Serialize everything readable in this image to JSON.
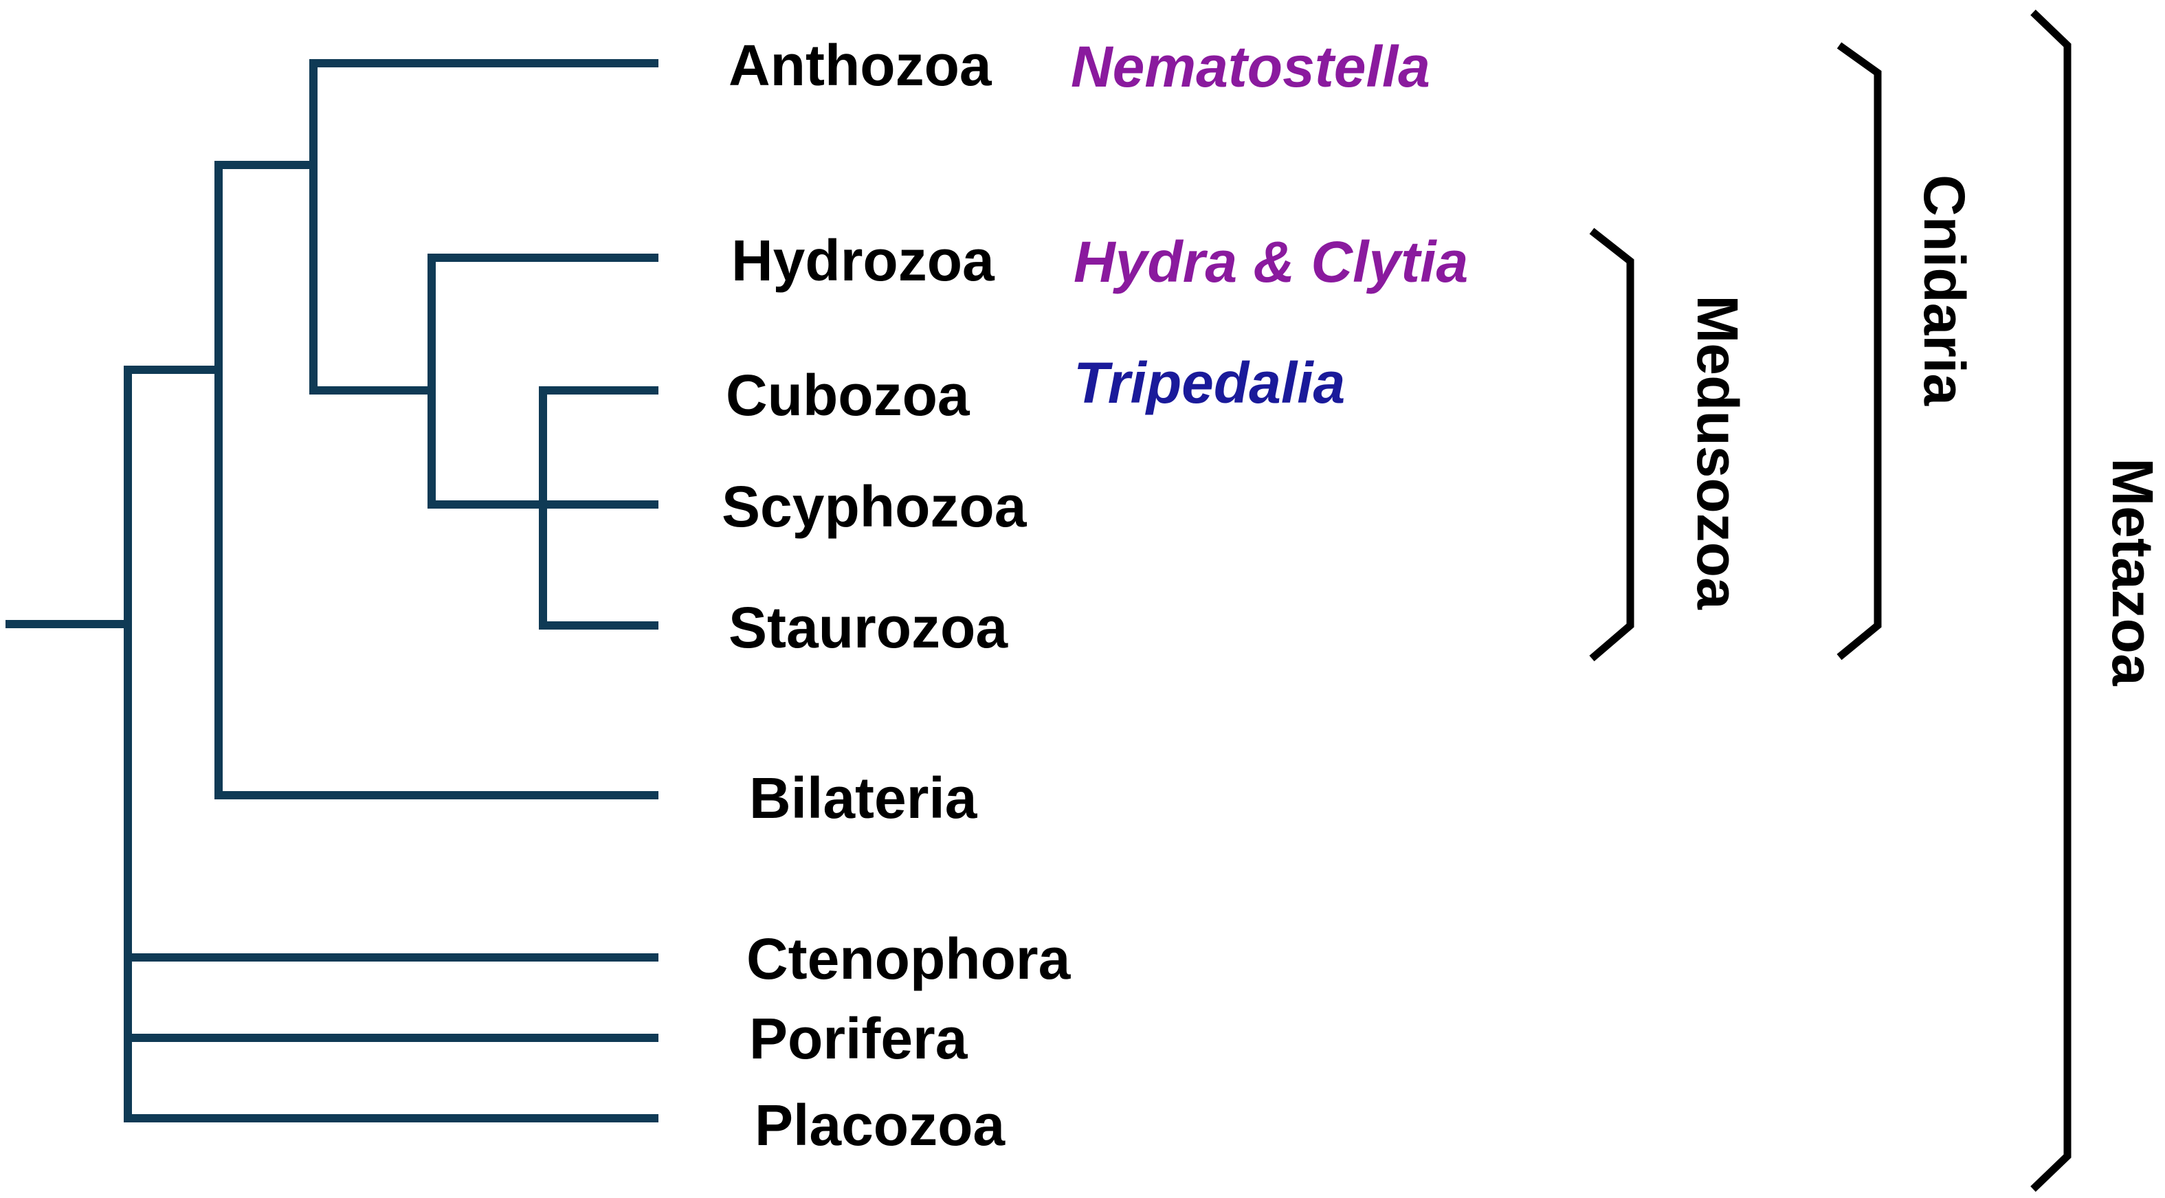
{
  "colors": {
    "branch": "#0f3a55",
    "purple": "#8a1a9e",
    "blue": "#1a1a9a",
    "text": "#000000"
  },
  "taxa": {
    "anthozoa": "Anthozoa",
    "hydrozoa": "Hydrozoa",
    "cubozoa": "Cubozoa",
    "scyphozoa": "Scyphozoa",
    "staurozoa": "Staurozoa",
    "bilateria": "Bilateria",
    "ctenophora": "Ctenophora",
    "porifera": "Porifera",
    "placozoa": "Placozoa"
  },
  "model_organisms": {
    "nematostella": "Nematostella",
    "hydra_clytia": "Hydra & Clytia",
    "tripedalia": "Tripedalia"
  },
  "clades": {
    "medusozoa": "Medusozoa",
    "cnidaria": "Cnidaria",
    "metazoa": "Metazoa"
  }
}
